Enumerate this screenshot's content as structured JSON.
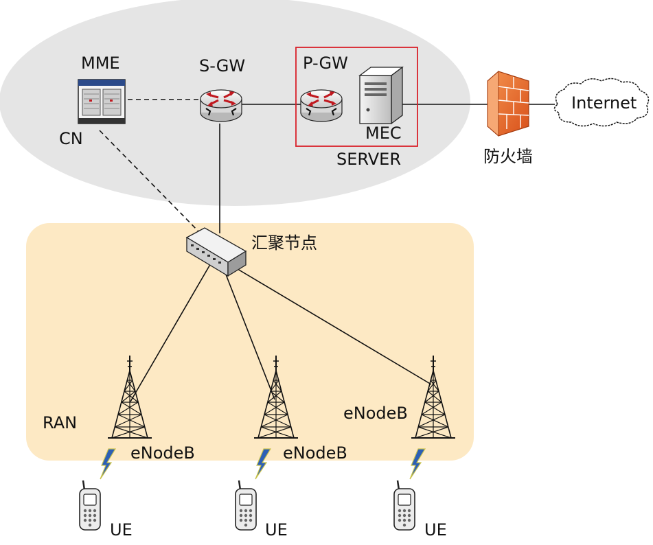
{
  "zones": {
    "cn": {
      "label": "CN",
      "fill": "#e5e5e5"
    },
    "ran": {
      "label": "RAN",
      "fill": "#fde9c4"
    }
  },
  "nodes": {
    "mme": {
      "label": "MME",
      "icon": "server-rack-icon"
    },
    "sgw": {
      "label": "S-GW",
      "icon": "router-icon"
    },
    "pgw": {
      "label": "P-GW",
      "icon": "router-icon"
    },
    "mec": {
      "label": "MEC",
      "icon": "server-tower-icon"
    },
    "server": {
      "label": "SERVER"
    },
    "firewall": {
      "label": "防火墙",
      "icon": "firewall-icon",
      "color": "#e8641e"
    },
    "internet": {
      "label": "Internet",
      "icon": "cloud-icon"
    },
    "aggregation": {
      "label": "汇聚节点",
      "icon": "switch-icon"
    },
    "enodebs": [
      {
        "label": "eNodeB",
        "icon": "cell-tower-icon"
      },
      {
        "label": "eNodeB",
        "icon": "cell-tower-icon"
      },
      {
        "label": "eNodeB",
        "icon": "cell-tower-icon"
      }
    ],
    "ues": [
      {
        "label": "UE",
        "icon": "mobile-phone-icon"
      },
      {
        "label": "UE",
        "icon": "mobile-phone-icon"
      },
      {
        "label": "UE",
        "icon": "mobile-phone-icon"
      }
    ]
  },
  "highlight_color": "#d9202a",
  "wireless_color": "#2d5fb5"
}
